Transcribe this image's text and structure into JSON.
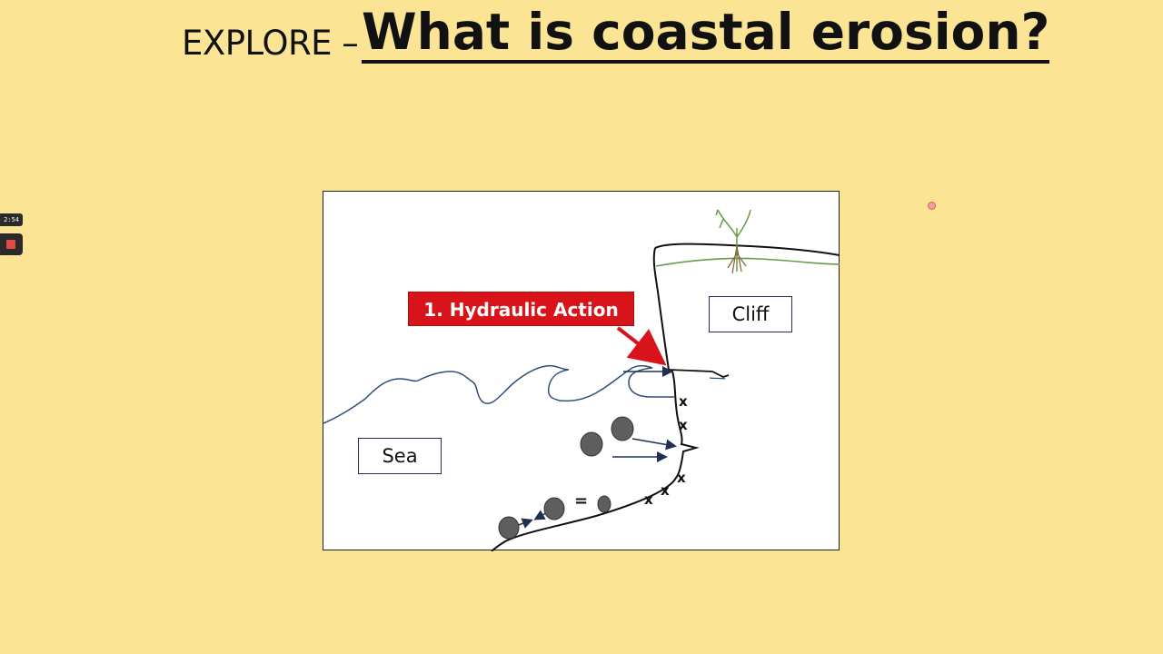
{
  "slide": {
    "title_prefix": "EXPLORE –",
    "title_main": "What is coastal erosion?"
  },
  "recorder": {
    "timer": "2:54",
    "stop_icon": "stop-square-icon"
  },
  "diagram": {
    "callout_label": "1. Hydraulic Action",
    "cliff_label": "Cliff",
    "sea_label": "Sea",
    "erosion_marks": [
      "x",
      "x",
      "x",
      "x",
      "x"
    ],
    "equals_sign": "=",
    "colors": {
      "callout_bg": "#d9131a",
      "wave_line": "#2f4f7a",
      "grass": "#6a9a4a",
      "rock": "#5e5e5e",
      "arrow": "#1f3050"
    }
  }
}
